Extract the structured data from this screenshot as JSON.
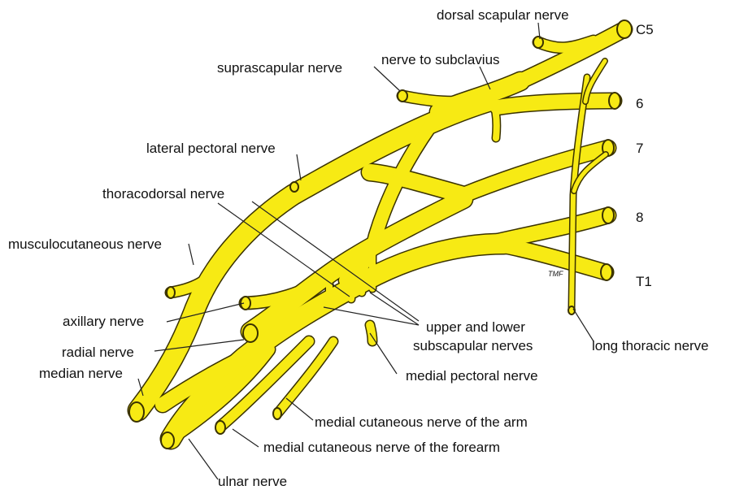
{
  "colors": {
    "nerve": "#f7ea14",
    "outline": "#3a3200",
    "text": "#111111"
  },
  "roots": {
    "c5": "C5",
    "c6": "6",
    "c7": "7",
    "c8": "8",
    "t1": "T1"
  },
  "labels": {
    "dorsal_scapular": "dorsal scapular nerve",
    "suprascapular": "suprascapular nerve",
    "nerve_to_subclavius": "nerve to subclavius",
    "lateral_pectoral": "lateral pectoral nerve",
    "thoracodorsal": "thoracodorsal nerve",
    "musculocutaneous": "musculocutaneous nerve",
    "axillary": "axillary nerve",
    "radial": "radial nerve",
    "median": "median nerve",
    "subscapular_line1": "upper and lower",
    "subscapular_line2": "subscapular nerves",
    "long_thoracic": "long thoracic nerve",
    "medial_pectoral": "medial pectoral nerve",
    "medial_cutaneous_arm": "medial cutaneous nerve of the arm",
    "medial_cutaneous_forearm": "medial cutaneous nerve of the forearm",
    "ulnar": "ulnar nerve"
  },
  "signature": "TMF"
}
